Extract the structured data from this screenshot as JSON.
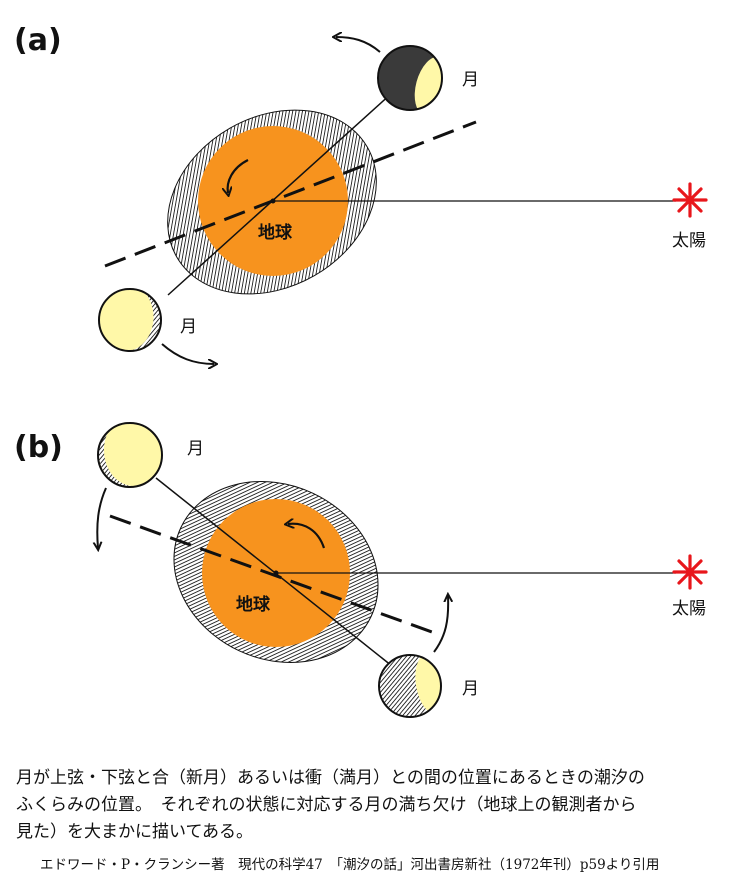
{
  "panels": {
    "a": {
      "label": "(a)",
      "earth_label": "地球",
      "sun_label": "太陽",
      "moon_upper_label": "月",
      "moon_lower_label": "月"
    },
    "b": {
      "label": "(b)",
      "earth_label": "地球",
      "sun_label": "太陽",
      "moon_upper_label": "月",
      "moon_lower_label": "月"
    }
  },
  "caption": {
    "line1": "月が上弦・下弦と合（新月）あるいは衝（満月）との間の位置にあるときの潮汐の",
    "line2": "ふくらみの位置。　それぞれの状態に対応する月の満ち欠け（地球上の観測者から",
    "line3": "見た）を大まかに描いてある。"
  },
  "credit": "エドワード・P・クランシー著　現代の科学47　「潮汐の話」河出書房新社（1972年刊）p59より引用",
  "colors": {
    "earth": "#F7931E",
    "moon_lit": "#FFF8A8",
    "moon_dark": "#3a3a3a",
    "sun": "#E8161B",
    "ink": "#111111"
  }
}
